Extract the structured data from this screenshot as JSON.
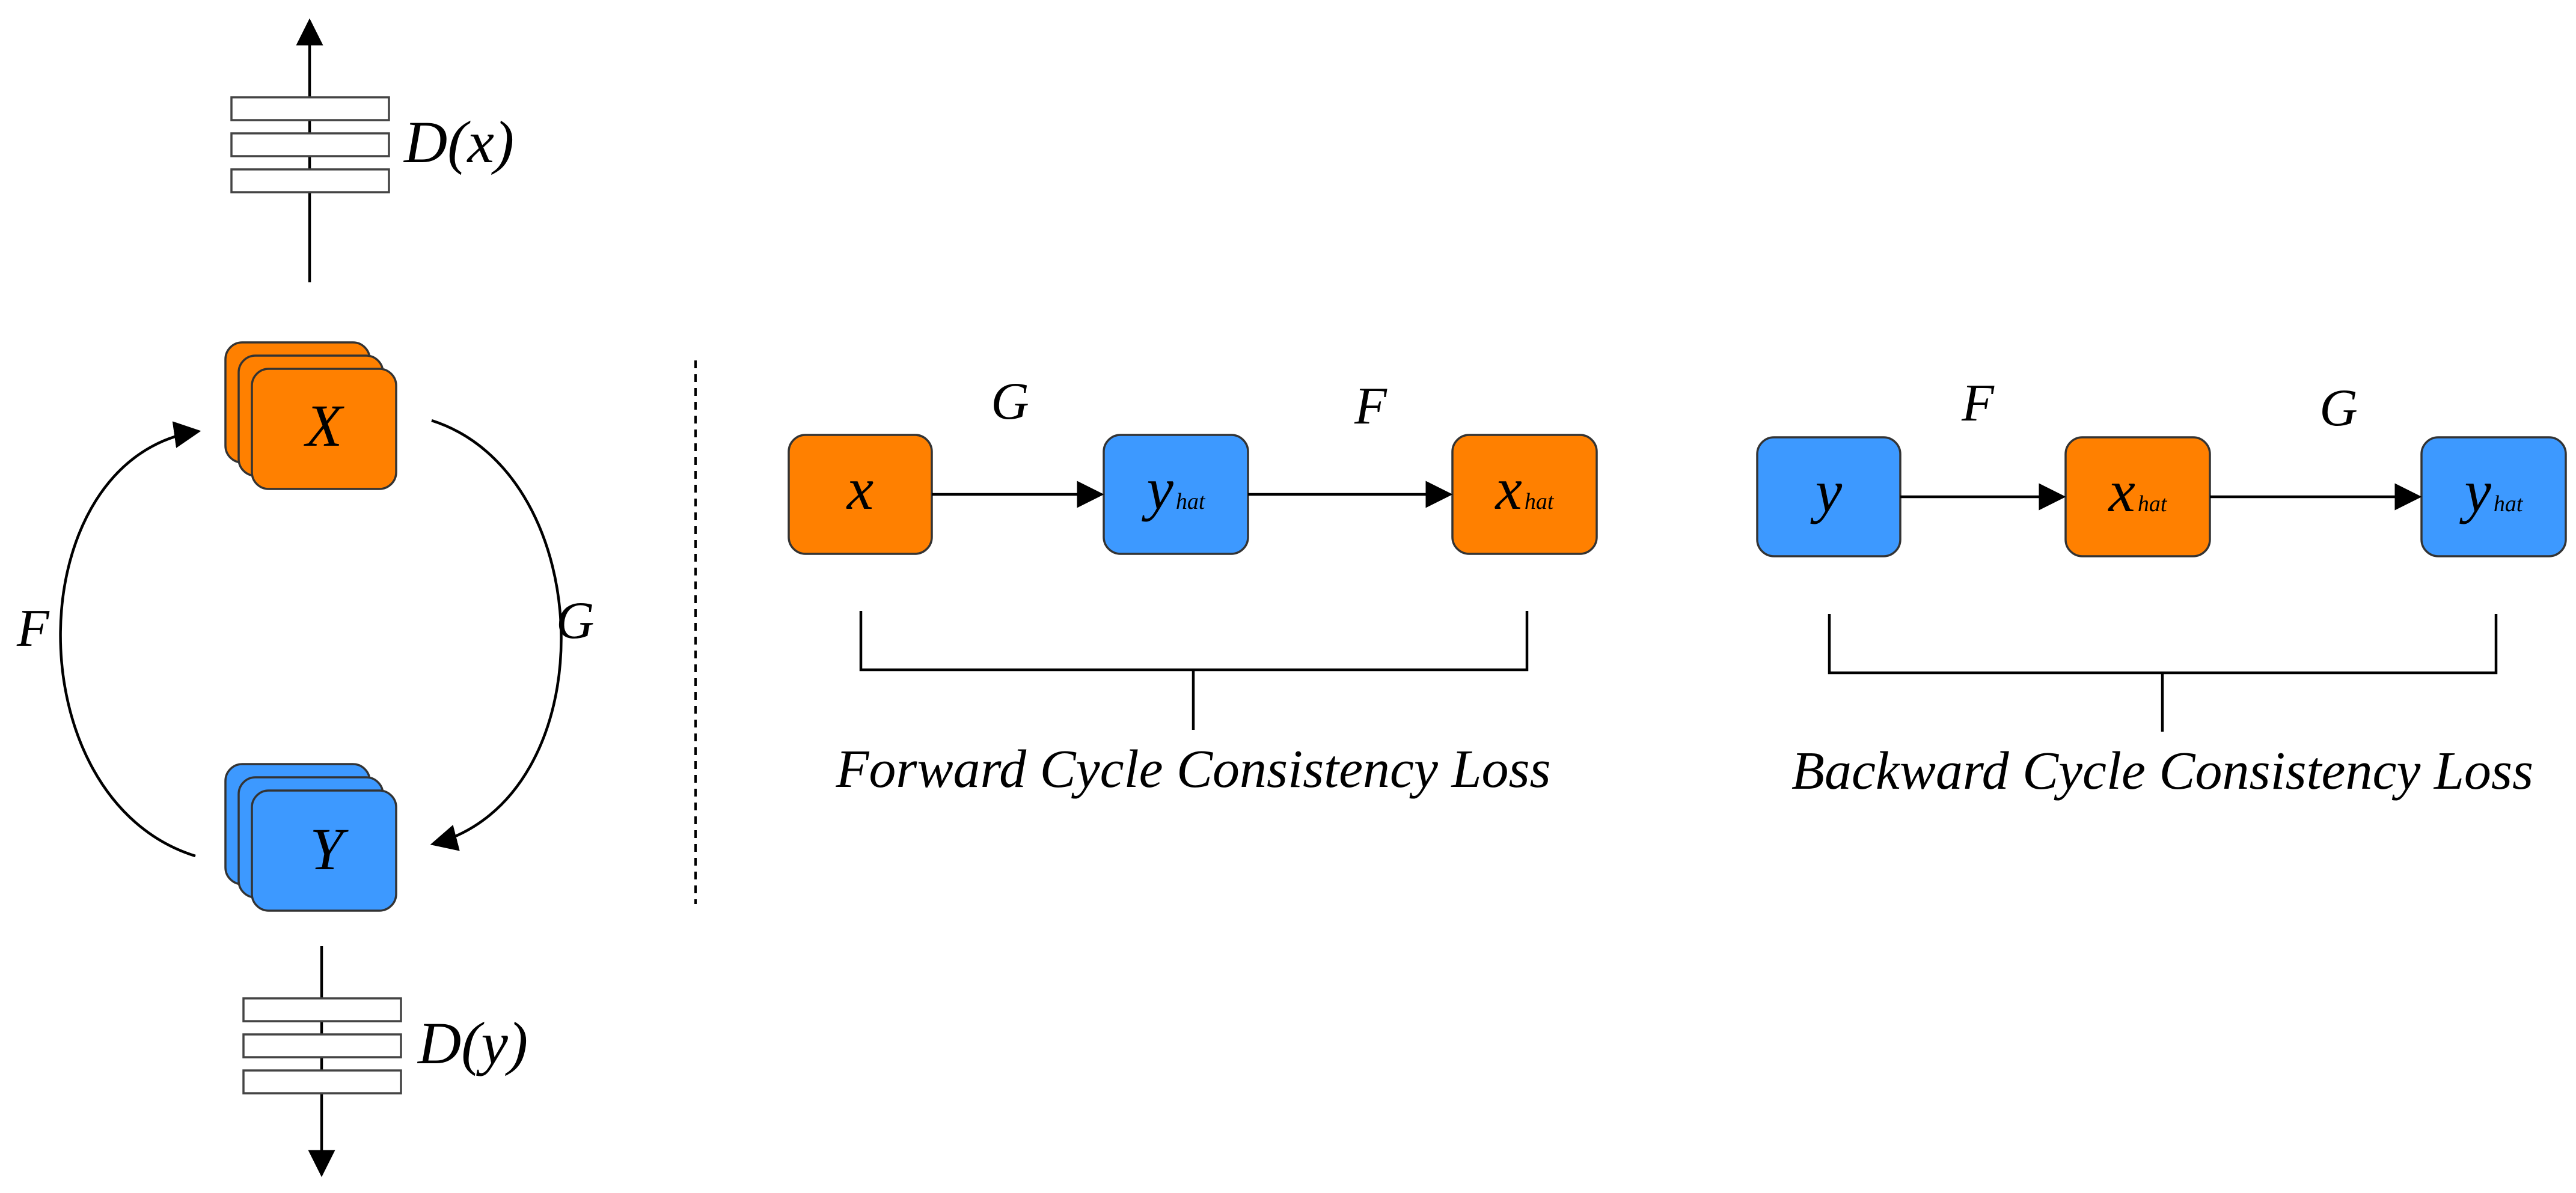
{
  "colors": {
    "orange": "#FF8000",
    "blue": "#3D99FF",
    "stroke": "#000000"
  },
  "left": {
    "domain_x": "X",
    "domain_y": "Y",
    "disc_x": "D(x)",
    "disc_y": "D(y)",
    "arrow_f": "F",
    "arrow_g": "G"
  },
  "forward": {
    "node1": "x",
    "node2": {
      "main": "y",
      "sub": "hat"
    },
    "node3": {
      "main": "x",
      "sub": "hat"
    },
    "arrow1": "G",
    "arrow2": "F",
    "caption": "Forward Cycle Consistency Loss"
  },
  "backward": {
    "node1": "y",
    "node2": {
      "main": "x",
      "sub": "hat"
    },
    "node3": {
      "main": "y",
      "sub": "hat"
    },
    "arrow1": "F",
    "arrow2": "G",
    "caption": "Backward Cycle Consistency Loss"
  }
}
